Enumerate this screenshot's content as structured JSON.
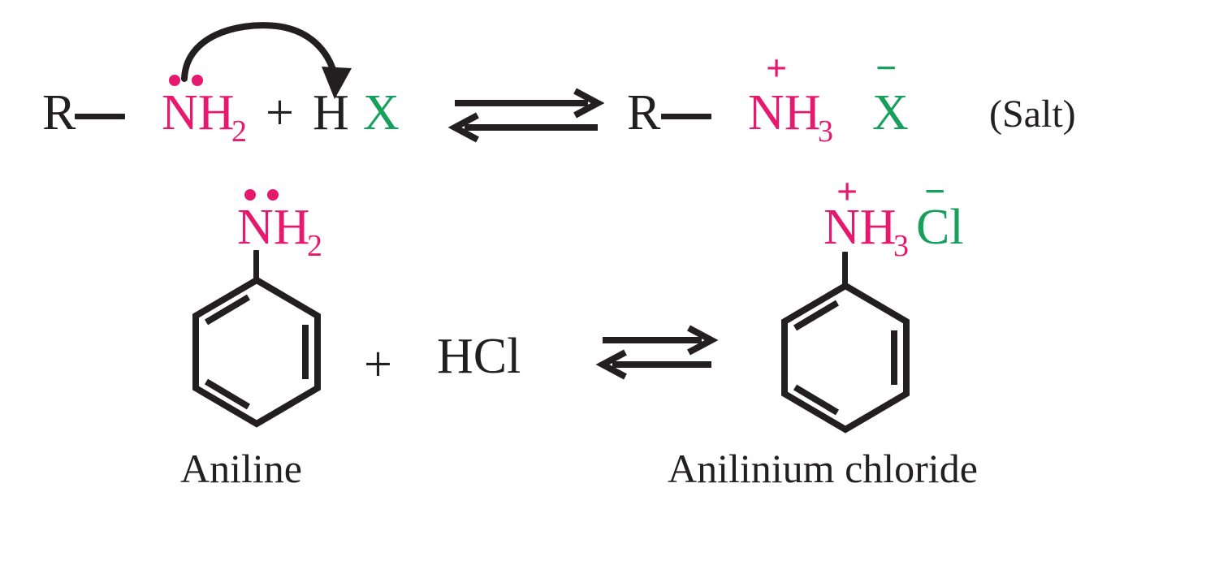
{
  "figure": {
    "title": "Reaction of amines with acids forming salts",
    "colors": {
      "text": "#231f20",
      "nitrogen_group": "#e6196e",
      "halide_group": "#16a05b",
      "background": "#ffffff"
    }
  },
  "row1": {
    "reactant_r": "R",
    "amine_core": "NH",
    "amine_sub": "2",
    "plus": "+",
    "acid_h": "H",
    "acid_x": "X",
    "equilibrium": "⇌",
    "product_r": "R",
    "ammonium_core": "NH",
    "ammonium_sub": "3",
    "ammonium_charge": "+",
    "anion_x": "X",
    "anion_charge": "−",
    "salt_note": "(Salt)",
    "lone_pair": "··",
    "curved_arrow": "electron-pair-transfer"
  },
  "row2": {
    "left_amine_core": "NH",
    "left_amine_sub": "2",
    "left_lone_pair": "··",
    "plus": "+",
    "acid": "HCl",
    "equilibrium": "⇌",
    "right_ammonium_core": "NH",
    "right_ammonium_sub": "3",
    "right_ammonium_charge": "+",
    "right_chloride": "Cl",
    "right_chloride_charge": "−",
    "left_label": "Aniline",
    "right_label": "Anilinium chloride",
    "ring_type": "benzene"
  }
}
